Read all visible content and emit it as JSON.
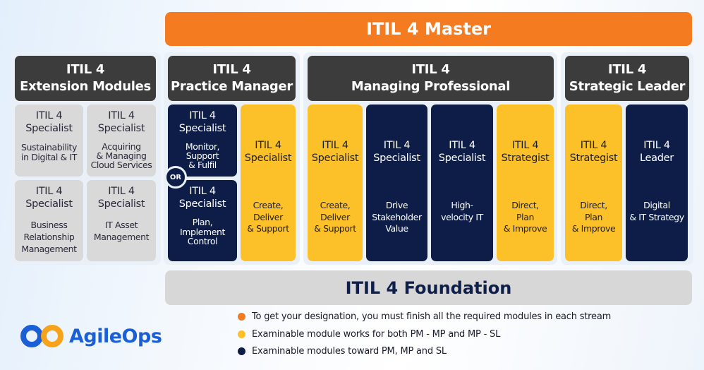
{
  "master": "ITIL 4 Master",
  "foundation": "ITIL 4 Foundation",
  "colors": {
    "orange": "#f47b20",
    "yellow": "#fcc128",
    "navy": "#0d1d48",
    "gray": "#d9d9d9"
  },
  "streams": {
    "extension": {
      "title": "ITIL 4\nExtension Modules",
      "cards": [
        {
          "title": "ITIL 4\nSpecialist",
          "sub": "Sustainability\nin Digital & IT"
        },
        {
          "title": "ITIL 4\nSpecialist",
          "sub": "Acquiring\n& Managing\nCloud Services"
        },
        {
          "title": "ITIL 4\nSpecialist",
          "sub": "Business\nRelationship\nManagement"
        },
        {
          "title": "ITIL 4\nSpecialist",
          "sub": "IT Asset\nManagement"
        }
      ]
    },
    "pm": {
      "title": "ITIL 4\nPractice Manager",
      "or": "OR",
      "cards": [
        {
          "title": "ITIL 4\nSpecialist",
          "sub": "Monitor,\nSupport\n& Fulfil"
        },
        {
          "title": "ITIL 4\nSpecialist",
          "sub": "Plan,\nImplement\nControl"
        },
        {
          "title": "ITIL 4\nSpecialist",
          "sub": "Create,\nDeliver\n& Support"
        }
      ]
    },
    "mp": {
      "title": "ITIL 4\nManaging Professional",
      "cards": [
        {
          "title": "ITIL 4\nSpecialist",
          "sub": "Create,\nDeliver\n& Support"
        },
        {
          "title": "ITIL 4\nSpecialist",
          "sub": "Drive\nStakeholder\nValue"
        },
        {
          "title": "ITIL 4\nSpecialist",
          "sub": "High-\nvelocity IT"
        },
        {
          "title": "ITIL 4\nStrategist",
          "sub": "Direct,\nPlan\n& Improve"
        }
      ]
    },
    "sl": {
      "title": "ITIL 4\nStrategic Leader",
      "cards": [
        {
          "title": "ITIL 4\nStrategist",
          "sub": "Direct,\nPlan\n& Improve"
        },
        {
          "title": "ITIL 4\nLeader",
          "sub": "Digital\n& IT Strategy"
        }
      ]
    }
  },
  "legend": [
    {
      "text": "To get your designation, you must finish all the required modules in each stream",
      "color": "#f47b20"
    },
    {
      "text": "Examinable module works for both PM - MP and MP - SL",
      "color": "#fcc128"
    },
    {
      "text": "Examinable modules toward PM, MP and SL",
      "color": "#0d1d48"
    }
  ],
  "logo": "AgileOps"
}
